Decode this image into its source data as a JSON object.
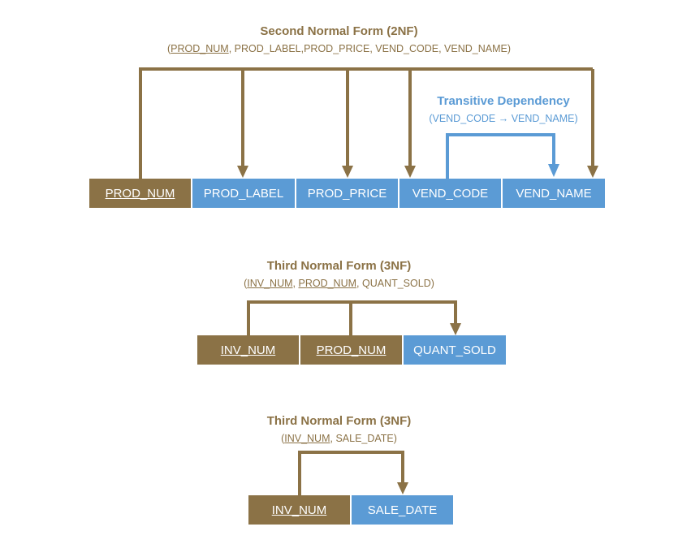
{
  "diagrams": [
    {
      "title": "Second Normal Form (2NF)",
      "subtitle_parts": [
        {
          "text": "(",
          "key": false
        },
        {
          "text": "PROD_NUM",
          "key": true
        },
        {
          "text": ", PROD_LABEL,PROD_PRICE, VEND_CODE, VEND_NAME)",
          "key": false
        }
      ],
      "boxes": [
        {
          "label": "PROD_NUM",
          "key": true
        },
        {
          "label": "PROD_LABEL",
          "key": false
        },
        {
          "label": "PROD_PRICE",
          "key": false
        },
        {
          "label": "VEND_CODE",
          "key": false
        },
        {
          "label": "VEND_NAME",
          "key": false
        }
      ],
      "transitive_dependency": {
        "title": "Transitive Dependency",
        "subtitle": "(VEND_CODE → VEND_NAME)"
      }
    },
    {
      "title": "Third Normal Form (3NF)",
      "subtitle_parts": [
        {
          "text": "(",
          "key": false
        },
        {
          "text": "INV_NUM",
          "key": true
        },
        {
          "text": ", ",
          "key": false
        },
        {
          "text": "PROD_NUM",
          "key": true
        },
        {
          "text": ", QUANT_SOLD)",
          "key": false
        }
      ],
      "boxes": [
        {
          "label": "INV_NUM",
          "key": true
        },
        {
          "label": "PROD_NUM",
          "key": true
        },
        {
          "label": "QUANT_SOLD",
          "key": false
        }
      ]
    },
    {
      "title": "Third Normal Form (3NF)",
      "subtitle_parts": [
        {
          "text": "(",
          "key": false
        },
        {
          "text": "INV_NUM",
          "key": true
        },
        {
          "text": ", SALE_DATE)",
          "key": false
        }
      ],
      "boxes": [
        {
          "label": "INV_NUM",
          "key": true
        },
        {
          "label": "SALE_DATE",
          "key": false
        }
      ]
    }
  ],
  "colors": {
    "key": "#8B7246",
    "attribute": "#5B9BD5",
    "background": "#ffffff"
  }
}
